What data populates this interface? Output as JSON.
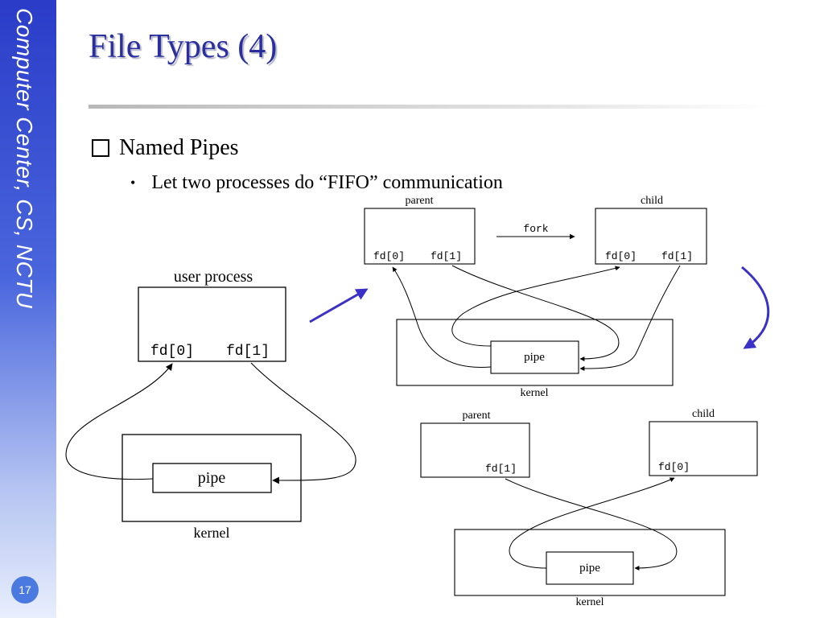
{
  "slide": {
    "title": "File Types (4)",
    "sidebar_text": "Computer Center, CS, NCTU",
    "page_number": "17",
    "bullet": "Named Pipes",
    "sub_bullet_prefix": "Let two processes do ",
    "sub_bullet_quoted": "“FIFO”",
    "sub_bullet_suffix": " communication"
  },
  "diagram_single": {
    "process_label": "user process",
    "fd0": "fd[0]",
    "fd1": "fd[1]",
    "pipe": "pipe",
    "kernel": "kernel"
  },
  "diagram_fork": {
    "parent": "parent",
    "child": "child",
    "fork": "fork",
    "fd0": "fd[0]",
    "fd1": "fd[1]",
    "pipe": "pipe",
    "kernel": "kernel"
  },
  "diagram_final": {
    "parent": "parent",
    "child": "child",
    "parent_fd": "fd[1]",
    "child_fd": "fd[0]",
    "pipe": "pipe",
    "kernel": "kernel"
  },
  "colors": {
    "accent": "#2a2fa0",
    "arrow_blue": "#3a32c8",
    "sidebar": "#2a3cc8"
  }
}
